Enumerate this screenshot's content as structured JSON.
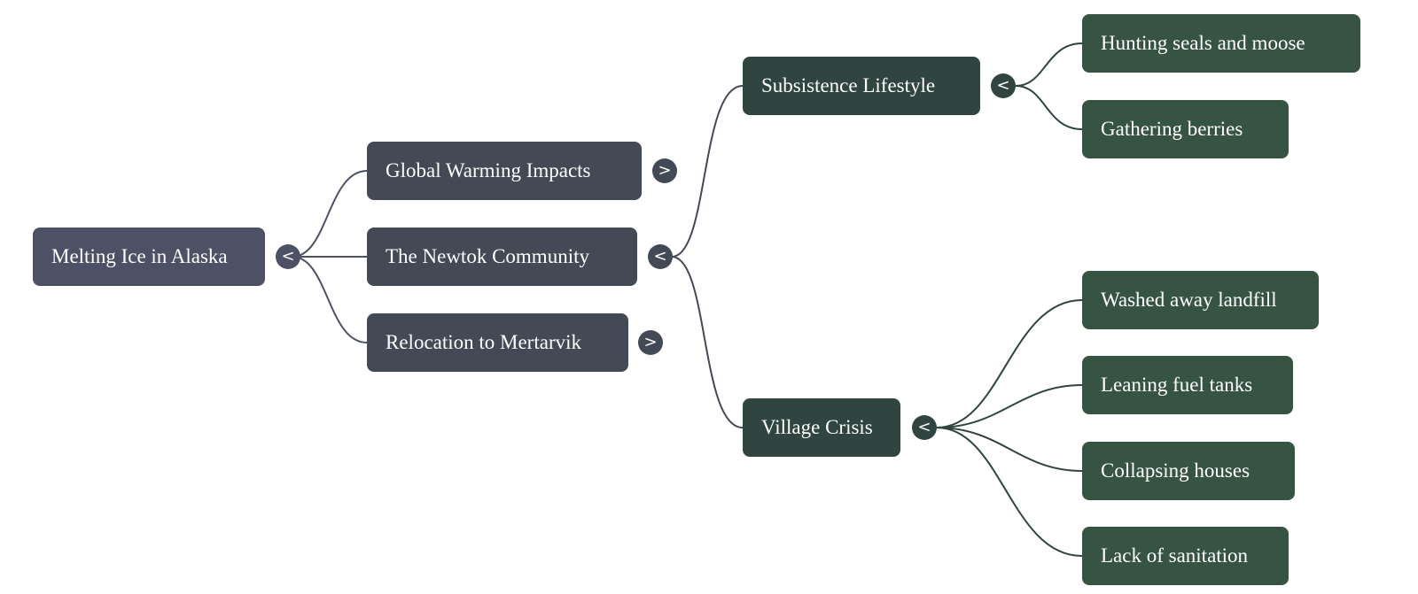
{
  "mindmap": {
    "root": {
      "label": "Melting Ice in Alaska",
      "toggle": "<",
      "state": "expanded",
      "children": [
        {
          "label": "Global Warming Impacts",
          "toggle": ">",
          "state": "collapsed"
        },
        {
          "label": "The Newtok Community",
          "toggle": "<",
          "state": "expanded",
          "children": [
            {
              "label": "Subsistence Lifestyle",
              "toggle": "<",
              "state": "expanded",
              "children": [
                {
                  "label": "Hunting seals and moose"
                },
                {
                  "label": "Gathering berries"
                }
              ]
            },
            {
              "label": "Village Crisis",
              "toggle": "<",
              "state": "expanded",
              "children": [
                {
                  "label": "Washed away landfill"
                },
                {
                  "label": "Leaning fuel tanks"
                },
                {
                  "label": "Collapsing houses"
                },
                {
                  "label": "Lack of sanitation"
                }
              ]
            }
          ]
        },
        {
          "label": "Relocation to Mertarvik",
          "toggle": ">",
          "state": "collapsed"
        }
      ]
    },
    "colors": {
      "root": "#4e5166",
      "level1": "#434a55",
      "level2": "#304440",
      "level3": "#375443",
      "text": "#ffffff"
    }
  }
}
